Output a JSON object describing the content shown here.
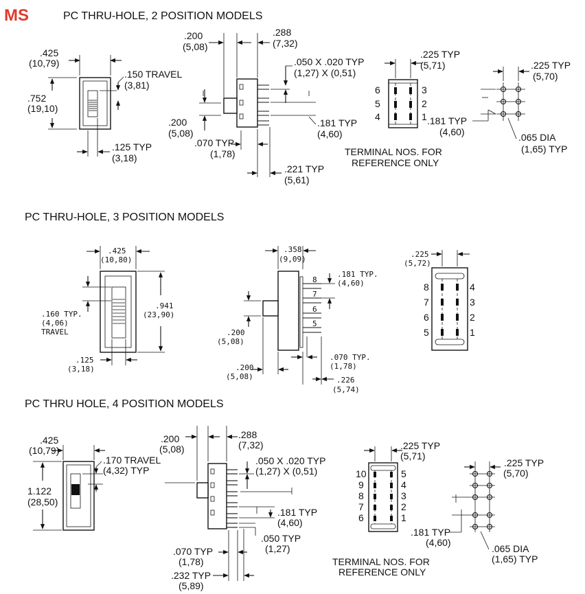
{
  "brand": {
    "text": "MS",
    "color": "#e03a2e"
  },
  "sections": [
    {
      "title": "PC THRU-HOLE, 2 POSITION MODELS"
    },
    {
      "title": "PC THRU-HOLE, 3 POSITION MODELS"
    },
    {
      "title": "PC THRU HOLE, 4 POSITION MODELS"
    }
  ],
  "s2": {
    "w425": ".425",
    "w425mm": "(10,79)",
    "h752": ".752",
    "h752mm": "(19,10)",
    "travel": ".150 TRAVEL",
    "travelmm": "(3,81)",
    "t125": ".125 TYP",
    "t125mm": "(3,18)",
    "a200": ".200",
    "a200mm": "(5,08)",
    "a288": ".288",
    "a288mm": "(7,32)",
    "pin": ".050 X .020 TYP",
    "pinmm": "(1,27) X (0,51)",
    "b200": ".200",
    "b200mm": "(5,08)",
    "p181": ".181 TYP",
    "p181mm": "(4,60)",
    "p070": ".070 TYP",
    "p070mm": "(1,78)",
    "p221": ".221 TYP",
    "p221mm": "(5,61)",
    "f225": ".225 TYP",
    "f225mm": "(5,71)",
    "nums_left": [
      "6",
      "5",
      "4"
    ],
    "nums_right": [
      "3",
      "2",
      "1"
    ],
    "note1": "TERMINAL NOS. FOR",
    "note2": "REFERENCE ONLY",
    "h225": ".225 TYP",
    "h225mm": "(5,70)",
    "h181": ".181 TYP",
    "h181mm": "(4,60)",
    "dia": ".065 DIA",
    "diamm": "(1,65) TYP"
  },
  "s3": {
    "w425": ".425",
    "w425mm": "(10,80)",
    "h941": ".941",
    "h941mm": "(23,90)",
    "t160": ".160 TYP.",
    "t160mm": "(4,06)",
    "travel": "TRAVEL",
    "t125": ".125",
    "t125mm": "(3,18)",
    "a358": ".358",
    "a358mm": "(9,09)",
    "p181": ".181 TYP.",
    "p181mm": "(4,60)",
    "side_nums": [
      "8",
      "7",
      "6",
      "5"
    ],
    "b200": ".200",
    "b200mm": "(5,08)",
    "c200": ".200",
    "c200mm": "(5,08)",
    "p070": ".070 TYP.",
    "p070mm": "(1,78)",
    "p226": ".226",
    "p226mm": "(5,74)",
    "f225": ".225",
    "f225mm": "(5,72)",
    "nums_left": [
      "8",
      "7",
      "6",
      "5"
    ],
    "nums_right": [
      "4",
      "3",
      "2",
      "1"
    ]
  },
  "s4": {
    "w425": ".425",
    "w425mm": "(10,79)",
    "h1122": "1.122",
    "h1122mm": "(28,50)",
    "travel": ".170 TRAVEL",
    "travelmm": "(4,32) TYP",
    "a200": ".200",
    "a200mm": "(5,08)",
    "a288": ".288",
    "a288mm": "(7,32)",
    "pin": ".050 X .020 TYP",
    "pinmm": "(1,27) X (0,51)",
    "p181": ".181 TYP",
    "p181mm": "(4,60)",
    "p050": ".050 TYP",
    "p050mm": "(1,27)",
    "p070": ".070 TYP",
    "p070mm": "(1,78)",
    "p232": ".232 TYP",
    "p232mm": "(5,89)",
    "f225": ".225 TYP",
    "f225mm": "(5,71)",
    "nums_left": [
      "10",
      "9",
      "8",
      "7",
      "6"
    ],
    "nums_right": [
      "5",
      "4",
      "3",
      "2",
      "1"
    ],
    "note1": "TERMINAL NOS. FOR",
    "note2": "REFERENCE ONLY",
    "h225": ".225 TYP",
    "h225mm": "(5,70)",
    "h181": ".181 TYP",
    "h181mm": "(4,60)",
    "dia": ".065 DIA",
    "diamm": "(1,65) TYP"
  }
}
